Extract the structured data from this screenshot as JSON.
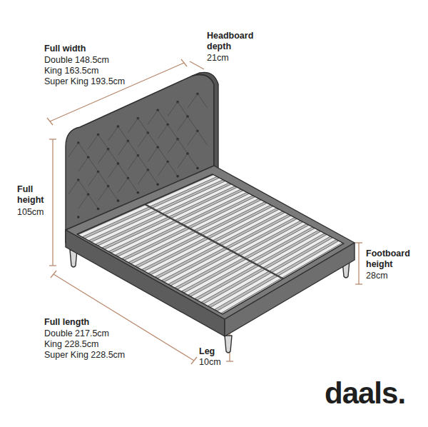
{
  "diagram": {
    "labels": [
      "Full width",
      "Double 148.5cm",
      "King 163.5cm",
      "Super King 193.5cm",
      "Headboard depth",
      "21cm",
      "Full height",
      "105cm",
      "Footboard height",
      "28cm",
      "Full length",
      "Double 217.5cm",
      "King 228.5cm",
      "Super King 228.5cm",
      "Leg",
      "10cm",
      "daals."
    ]
  }
}
